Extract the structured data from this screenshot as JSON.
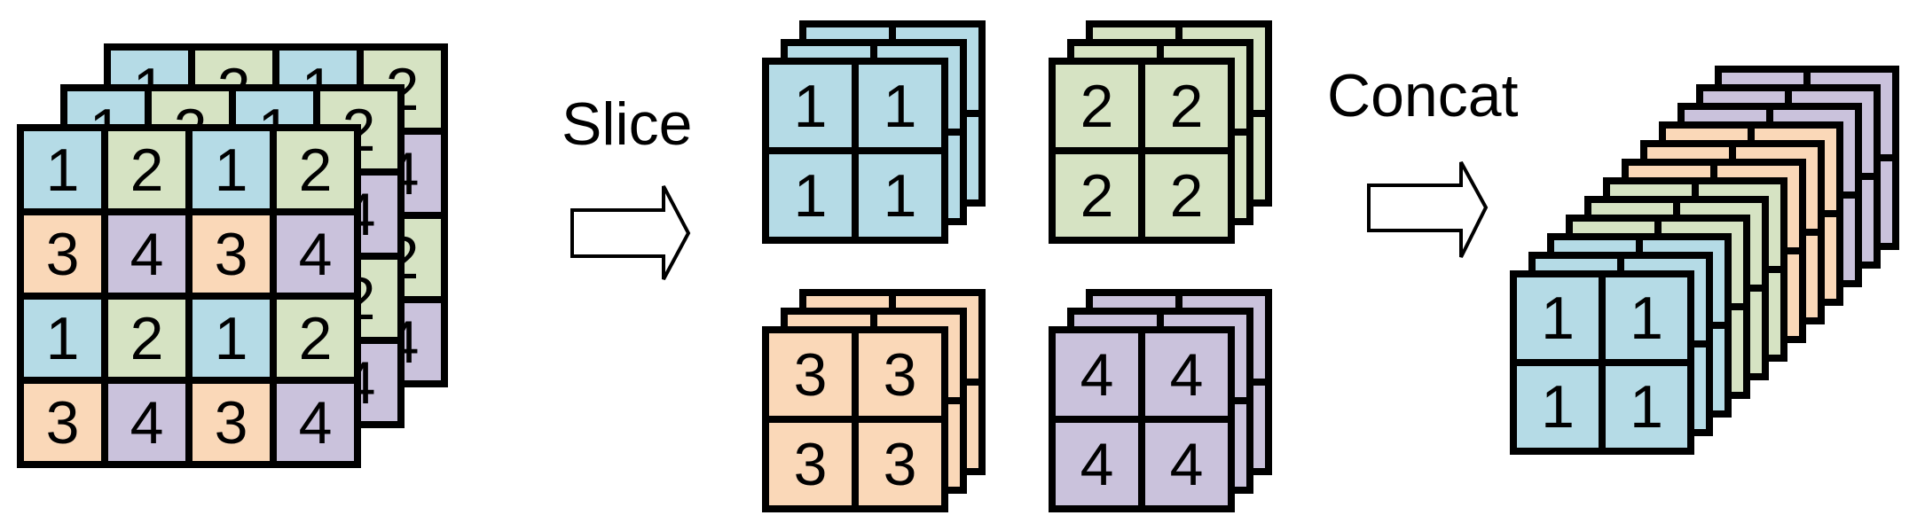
{
  "diagram": {
    "slice_label": "Slice",
    "concat_label": "Concat"
  },
  "colors": {
    "v1": "#b5dbe6",
    "v2": "#d6e3c3",
    "v3": "#fad8b8",
    "v4": "#cac2dc",
    "line": "#000000",
    "arrow_fill": "#ffffff",
    "arrow_stroke": "#000000"
  },
  "input_stack": {
    "num_layers": 3,
    "grid": [
      [
        1,
        2,
        1,
        2
      ],
      [
        3,
        4,
        3,
        4
      ],
      [
        1,
        2,
        1,
        2
      ],
      [
        3,
        4,
        3,
        4
      ]
    ]
  },
  "sliced_stacks": [
    {
      "value": 1,
      "num_layers": 3,
      "grid": [
        [
          1,
          1
        ],
        [
          1,
          1
        ]
      ]
    },
    {
      "value": 2,
      "num_layers": 3,
      "grid": [
        [
          2,
          2
        ],
        [
          2,
          2
        ]
      ]
    },
    {
      "value": 3,
      "num_layers": 3,
      "grid": [
        [
          3,
          3
        ],
        [
          3,
          3
        ]
      ]
    },
    {
      "value": 4,
      "num_layers": 3,
      "grid": [
        [
          4,
          4
        ],
        [
          4,
          4
        ]
      ]
    }
  ],
  "concat_stack": {
    "num_layers": 12,
    "front_grid": [
      [
        1,
        1
      ],
      [
        1,
        1
      ]
    ],
    "layer_values_front_to_back": [
      1,
      1,
      1,
      2,
      2,
      2,
      3,
      3,
      3,
      4,
      4,
      4
    ]
  }
}
